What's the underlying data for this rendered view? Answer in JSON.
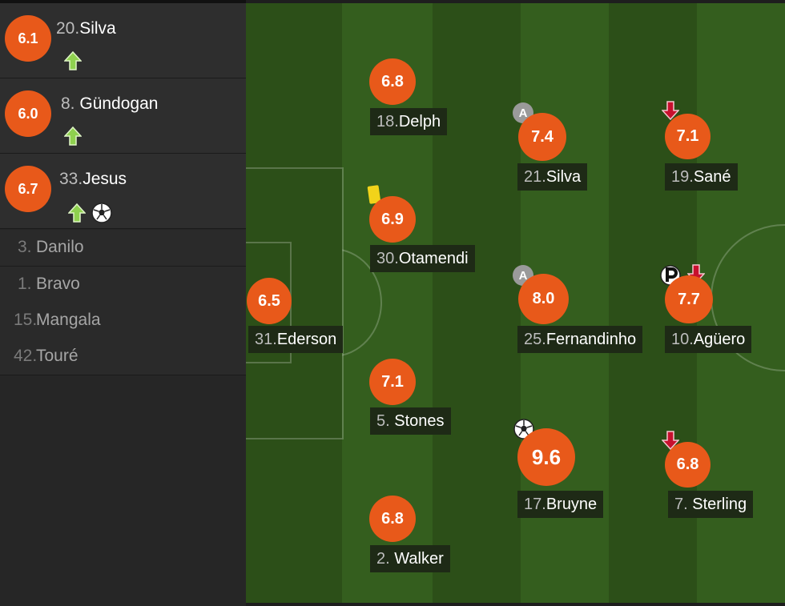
{
  "substitutes": [
    {
      "rating": "6.1",
      "number": "20.",
      "name": "Silva",
      "events": [
        "sub-on"
      ]
    },
    {
      "rating": "6.0",
      "number": "8.",
      "name": "Gündogan",
      "events": [
        "sub-on"
      ]
    },
    {
      "rating": "6.7",
      "number": "33.",
      "name": "Jesus",
      "events": [
        "sub-on",
        "goal"
      ]
    }
  ],
  "bench": [
    {
      "number": "3.",
      "name": "Danilo"
    },
    {
      "number": "1.",
      "name": "Bravo"
    },
    {
      "number": "15.",
      "name": "Mangala"
    },
    {
      "number": "42.",
      "name": "Touré"
    }
  ],
  "lineup": {
    "ederson": {
      "rating": "6.5",
      "number": "31.",
      "name": "Ederson"
    },
    "delph": {
      "rating": "6.8",
      "number": "18.",
      "name": "Delph"
    },
    "otamendi": {
      "rating": "6.9",
      "number": "30.",
      "name": "Otamendi",
      "events": [
        "yellow-card"
      ]
    },
    "stones": {
      "rating": "7.1",
      "number": "5.",
      "name": "Stones"
    },
    "walker": {
      "rating": "6.8",
      "number": "2.",
      "name": "Walker"
    },
    "silva21": {
      "rating": "7.4",
      "number": "21.",
      "name": "Silva",
      "events": [
        "captain"
      ]
    },
    "fernandinho": {
      "rating": "8.0",
      "number": "25.",
      "name": "Fernandinho",
      "events": [
        "captain"
      ]
    },
    "bruyne": {
      "rating": "9.6",
      "number": "17.",
      "name": "Bruyne",
      "events": [
        "goal"
      ]
    },
    "sane": {
      "rating": "7.1",
      "number": "19.",
      "name": "Sané",
      "events": [
        "sub-off"
      ]
    },
    "aguero": {
      "rating": "7.7",
      "number": "10.",
      "name": "Agüero",
      "events": [
        "penalty-goal",
        "sub-off"
      ]
    },
    "sterling": {
      "rating": "6.8",
      "number": "7.",
      "name": "Sterling",
      "events": [
        "sub-off"
      ]
    }
  },
  "icon_text": {
    "captain": "A"
  },
  "colors": {
    "rating_badge": "#e8591a",
    "sub_on_arrow": "#8fd14f",
    "sub_off_arrow": "#c8102e",
    "yellow_card": "#f2d31a",
    "pitch_dark": "#2c4f18",
    "pitch_light": "#345e1e"
  }
}
